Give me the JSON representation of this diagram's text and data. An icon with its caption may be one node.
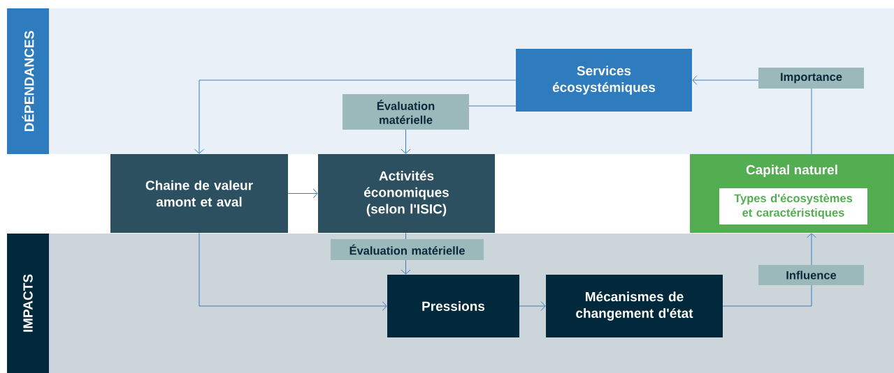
{
  "diagram": {
    "nodes": [
      {
        "text": [
          "DÉPENDANCES"
        ]
      },
      {
        "text": [
          "Services écosystémiques"
        ]
      },
      {
        "text": [
          "Chaine de valeur amont et aval"
        ]
      },
      {
        "text": [
          "Activités économiques (selon l'ISIC)"
        ]
      },
      {
        "text": [
          "Capital naturel"
        ]
      },
      {
        "text": [
          "Types d'écosystèmes et caractéristiques"
        ],
        "in": 4
      },
      {
        "text": [
          "IMPACTS"
        ]
      },
      {
        "text": [
          "Pressions"
        ]
      },
      {
        "text": [
          "Mécanismes de changement d'état"
        ]
      }
    ],
    "edges": [
      {
        "from": 1,
        "to": 2,
        "arrow": "to"
      },
      {
        "from": 1,
        "to": 3,
        "arrow": "to",
        "label": "Évaluation matérielle"
      },
      {
        "from": 4,
        "to": 1,
        "arrow": "to",
        "label": "Importance"
      },
      {
        "from": 2,
        "to": 3,
        "arrow": "to"
      },
      {
        "from": 2,
        "to": 7,
        "arrow": "to"
      },
      {
        "from": 3,
        "to": 7,
        "arrow": "to",
        "label": "Évaluation matérielle"
      },
      {
        "from": 7,
        "to": 8,
        "arrow": "to"
      },
      {
        "from": 8,
        "to": 4,
        "arrow": "to",
        "label": "Influence"
      }
    ]
  }
}
